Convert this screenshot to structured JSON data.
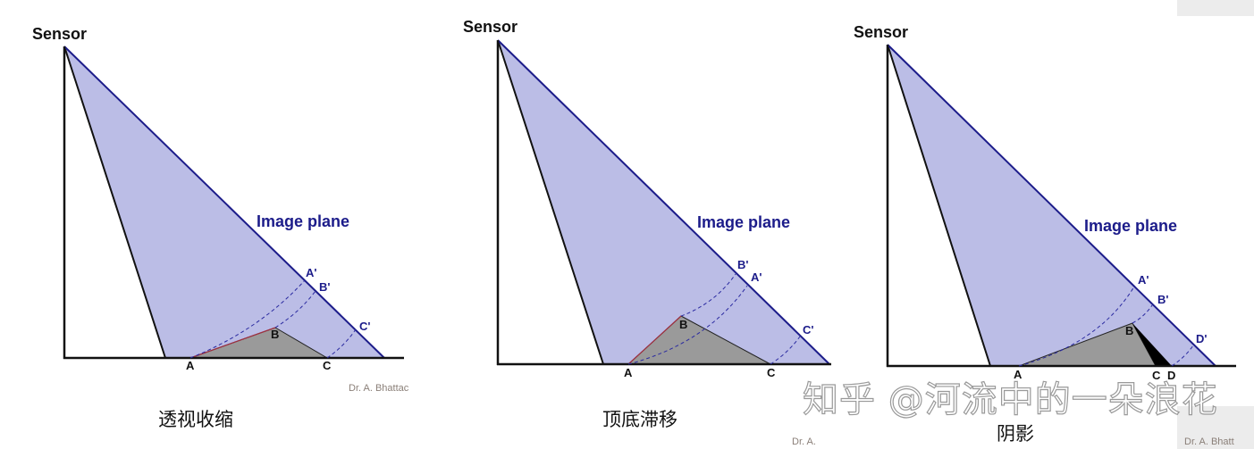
{
  "colors": {
    "fill": "#bbbde6",
    "plane": "#1c1c8a",
    "object": "#9a9a9a",
    "shadow": "#000000",
    "label_blue": "#1c1c8a",
    "credit": "#8a7f78"
  },
  "panels": [
    {
      "sensor": "Sensor",
      "plane": "Image plane",
      "points": [
        "A",
        "B",
        "C"
      ],
      "projections": [
        "A'",
        "B'",
        "C'"
      ],
      "credit": "Dr. A. Bhattac",
      "caption": "透视收缩"
    },
    {
      "sensor": "Sensor",
      "plane": "Image plane",
      "points": [
        "A",
        "B",
        "C"
      ],
      "projections": [
        "B'",
        "A'",
        "C'"
      ],
      "credit": "Dr. A.",
      "caption": "顶底滞移"
    },
    {
      "sensor": "Sensor",
      "plane": "Image plane",
      "points": [
        "A",
        "B",
        "C",
        "D"
      ],
      "projections": [
        "A'",
        "B'",
        "D'"
      ],
      "credit": "Dr. A. Bhatt",
      "caption": "阴影"
    }
  ],
  "watermark": "知乎 @河流中的一朵浪花"
}
